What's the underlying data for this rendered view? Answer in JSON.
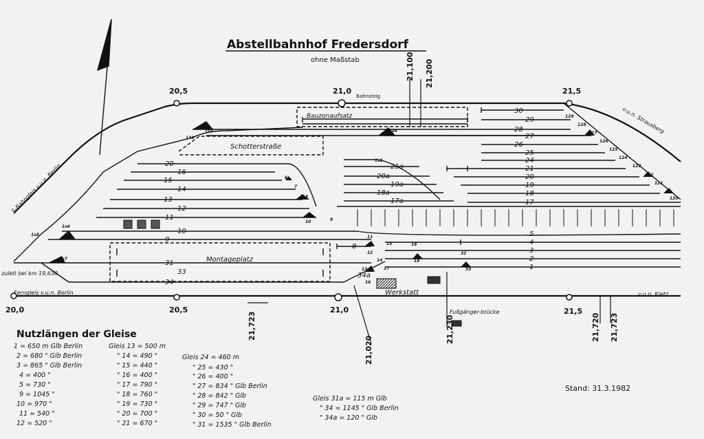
{
  "title": "Abstellbahnhof Fredersdorf",
  "subtitle": "ohne Maßstab",
  "km_marks": {
    "top": [
      "20,5",
      "21,0",
      "21,5"
    ],
    "bottom": [
      "20,0",
      "20,5",
      "21,0",
      "21,5"
    ],
    "vertical": [
      "21,100",
      "21,200",
      "21,723",
      "21,020",
      "21,230",
      "21,720",
      "21,723"
    ]
  },
  "areas": {
    "depot_top": "Bauzonaufsatz",
    "schotterstrasse": "Schotterstraße",
    "montageplatz": "Montageplatz",
    "werkstatt": "Werkstatt",
    "bahnsteig": "Bahnsteig",
    "bridge": "Fußgänger-brücke"
  },
  "side_labels": {
    "s_bahn": "S-Bahngleis v.u.n. Berlin",
    "strausberg": "v.u.n. Strausberg",
    "ferngleis": "Ferngleis v.u.n. Berlin",
    "kietz": "v.u.n. Kietz",
    "zuleit": "zuleit bei km 19,630"
  },
  "tracks": [
    "30",
    "29",
    "28",
    "27",
    "26",
    "25",
    "24",
    "21",
    "20",
    "19",
    "18",
    "17",
    "21a",
    "20a",
    "19a",
    "18a",
    "17a",
    "16",
    "15",
    "14",
    "13",
    "12",
    "11",
    "10",
    "9",
    "8",
    "31",
    "33",
    "34",
    "34a",
    "5",
    "4",
    "3",
    "2",
    "1",
    "20"
  ],
  "switches": [
    "1s3",
    "1s4",
    "1s6",
    "1s7",
    "1s8",
    "1s5",
    "6",
    "7",
    "8",
    "9",
    "10",
    "11",
    "12",
    "13",
    "14",
    "15",
    "16",
    "17",
    "18",
    "19",
    "32",
    "33",
    "120",
    "121",
    "122",
    "123",
    "124",
    "125",
    "126",
    "127",
    "128",
    "129",
    "130"
  ],
  "legend": {
    "heading": "Nutzlängen der Gleise",
    "col1": [
      "1 = 650 m Glb Berlin",
      "2 = 680 \" Glb Berlin",
      "3 = 865 \" Glb Berlin",
      "4 = 400 \"",
      "5 = 730 \"",
      "9 = 1045 \"",
      "10 = 970 \"",
      "11 = 540 \"",
      "12 = 520 \""
    ],
    "col2": [
      "Gleis 13 = 500 m",
      "\" 14 = 490 \"",
      "\" 15 = 440 \"",
      "\" 16 = 400 \"",
      "\" 17 = 790 \"",
      "\" 18 = 760 \"",
      "\" 19 = 730 \"",
      "\" 20 = 700 \"",
      "\" 21 = 670 \""
    ],
    "col3": [
      "Gleis 24 = 460 m",
      "\" 25 = 430 \"",
      "\" 26 = 400 \"",
      "\" 27 = 834 \" Glb Berlin",
      "\" 28 = 842 \" Glb",
      "\" 29 = 747 \" Glb",
      "\" 30 = 50 \" Glb",
      "\" 31 = 1535 \" Glb Berlin"
    ],
    "col4": [
      "Gleis 31a = 115 m Glb",
      "\" 34 = 1145 \" Glb Berlin",
      "\" 34a = 120 \" Glb"
    ]
  },
  "stand": "Stand: 31.3.1982"
}
